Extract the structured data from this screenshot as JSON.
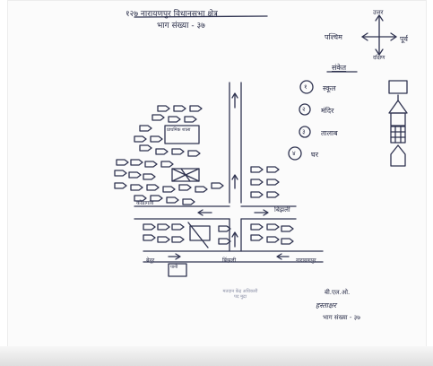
{
  "header": {
    "title_line1": "१२७ नारायणपुर विधानसभा क्षेत्र",
    "title_line2": "भाग संख्या - ३७"
  },
  "compass": {
    "north": "उत्तर",
    "south": "दक्षिण",
    "west": "पश्चिम",
    "east": "पूर्व"
  },
  "legend": {
    "heading": "संकेत",
    "items": [
      {
        "num": "१",
        "label": "स्कूल"
      },
      {
        "num": "२",
        "label": "मंदिर"
      },
      {
        "num": "३",
        "label": "तालाब"
      },
      {
        "num": "४",
        "label": "घर"
      }
    ]
  },
  "map": {
    "building_label": "प्राथमिक शाला",
    "road_left_label": "कोंडागांव",
    "road_right_label": "बिंझली",
    "bottom_left_label": "बेनूर",
    "bottom_center_label": "बिंझली",
    "bottom_right_label": "नारायणपुर",
    "small_box_label": "पानी"
  },
  "stamp": {
    "line1": "मतदान केंद्र अधिकारी",
    "line2": "पद मुद्रा"
  },
  "signature": {
    "line1": "बी.एल.ओ.",
    "line2": "हस्ताक्षर",
    "line3": "भाग संख्या - ३७"
  },
  "colors": {
    "ink": "#2f3350",
    "paper": "#fbfbfb"
  }
}
